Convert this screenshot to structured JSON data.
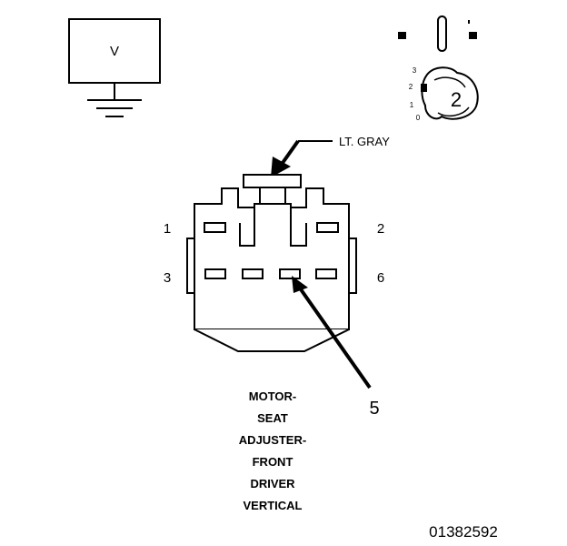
{
  "meter": {
    "symbol": "V"
  },
  "key": {
    "number": "2",
    "positions": [
      "3",
      "2",
      "1",
      "0"
    ]
  },
  "wire": {
    "color_label": "LT. GRAY"
  },
  "connector": {
    "pins": {
      "p1": "1",
      "p2": "2",
      "p3": "3",
      "p6": "6"
    },
    "callout": "5"
  },
  "caption": {
    "lines": [
      "MOTOR-",
      "SEAT",
      "ADJUSTER-",
      "FRONT",
      "DRIVER",
      "VERTICAL"
    ]
  },
  "figure_id": "01382592"
}
